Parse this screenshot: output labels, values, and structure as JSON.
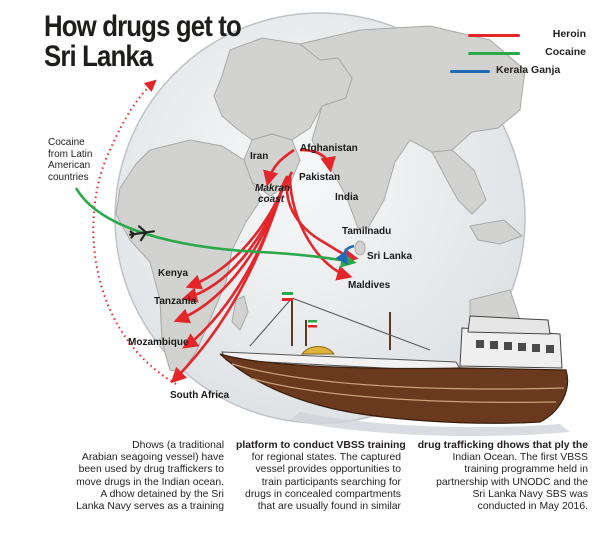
{
  "title_lines": [
    "How drugs get to",
    "Sri Lanka"
  ],
  "legend": [
    {
      "label": "Heroin",
      "color": "#e4262a"
    },
    {
      "label": "Cocaine",
      "color": "#2aa84a"
    },
    {
      "label": "Kerala Ganja",
      "color": "#1f6bb5"
    }
  ],
  "places": {
    "afghanistan": "Afghanistan",
    "iran": "Iran",
    "pakistan": "Pakistan",
    "makran_1": "Makran",
    "makran_2": "coast",
    "india": "India",
    "tamilnadu": "Tamilnadu",
    "sri_lanka": "Sri Lanka",
    "maldives": "Maldives",
    "kenya": "Kenya",
    "tanzania": "Tanzania",
    "mozambique": "Mozambique",
    "south": "South",
    "africa": "Africa"
  },
  "cocaine_source_lines": [
    "Cocaine",
    "from Latin",
    "American",
    "countries"
  ],
  "body_text": {
    "col1": [
      "Dhows (a traditional",
      "Arabian seagoing vessel) have",
      "been used by drug traffickers to",
      "move drugs in the Indian ocean.",
      "A dhow detained by the Sri",
      "Lanka Navy serves as a training"
    ],
    "col2": [
      "platform to conduct VBSS training",
      "for regional states. The captured",
      "vessel provides opportunities to",
      "train participants searching for",
      "drugs in concealed compartments",
      "that are usually found in similar"
    ],
    "col3": [
      "drug trafficking dhows that ply the",
      "Indian Ocean. The first VBSS",
      "training programme held in",
      "partnership with UNODC and the",
      "Sri Lanka Navy SBS was",
      "conducted in May 2016."
    ]
  },
  "colors": {
    "heroin": "#e4262a",
    "cocaine": "#2aa84a",
    "kerala_ganja": "#1f6bb5",
    "ocean": "#eef0f2",
    "land": "#d2d2d0",
    "hull": "#6b3a1e"
  },
  "icons": [
    "airplane-icon",
    "flag-icon",
    "dhow-ship-illustration",
    "globe-illustration"
  ]
}
